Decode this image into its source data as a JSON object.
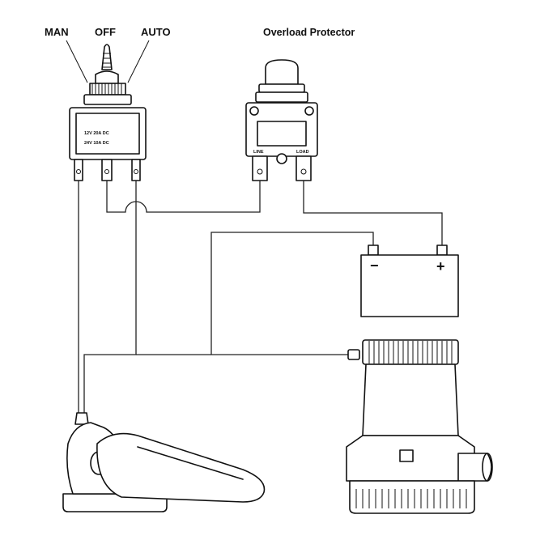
{
  "switch": {
    "positions": {
      "man": "MAN",
      "off": "OFF",
      "auto": "AUTO"
    },
    "rating_line_1": "12V 20A DC",
    "rating_line_2": "24V 10A DC"
  },
  "breaker": {
    "label": "Overload Protector",
    "terminal_line": "LINE",
    "terminal_load": "LOAD"
  },
  "battery": {
    "negative_symbol": "−",
    "positive_symbol": "+"
  },
  "components": {
    "float_switch": "float-switch",
    "bilge_pump": "bilge-pump"
  }
}
